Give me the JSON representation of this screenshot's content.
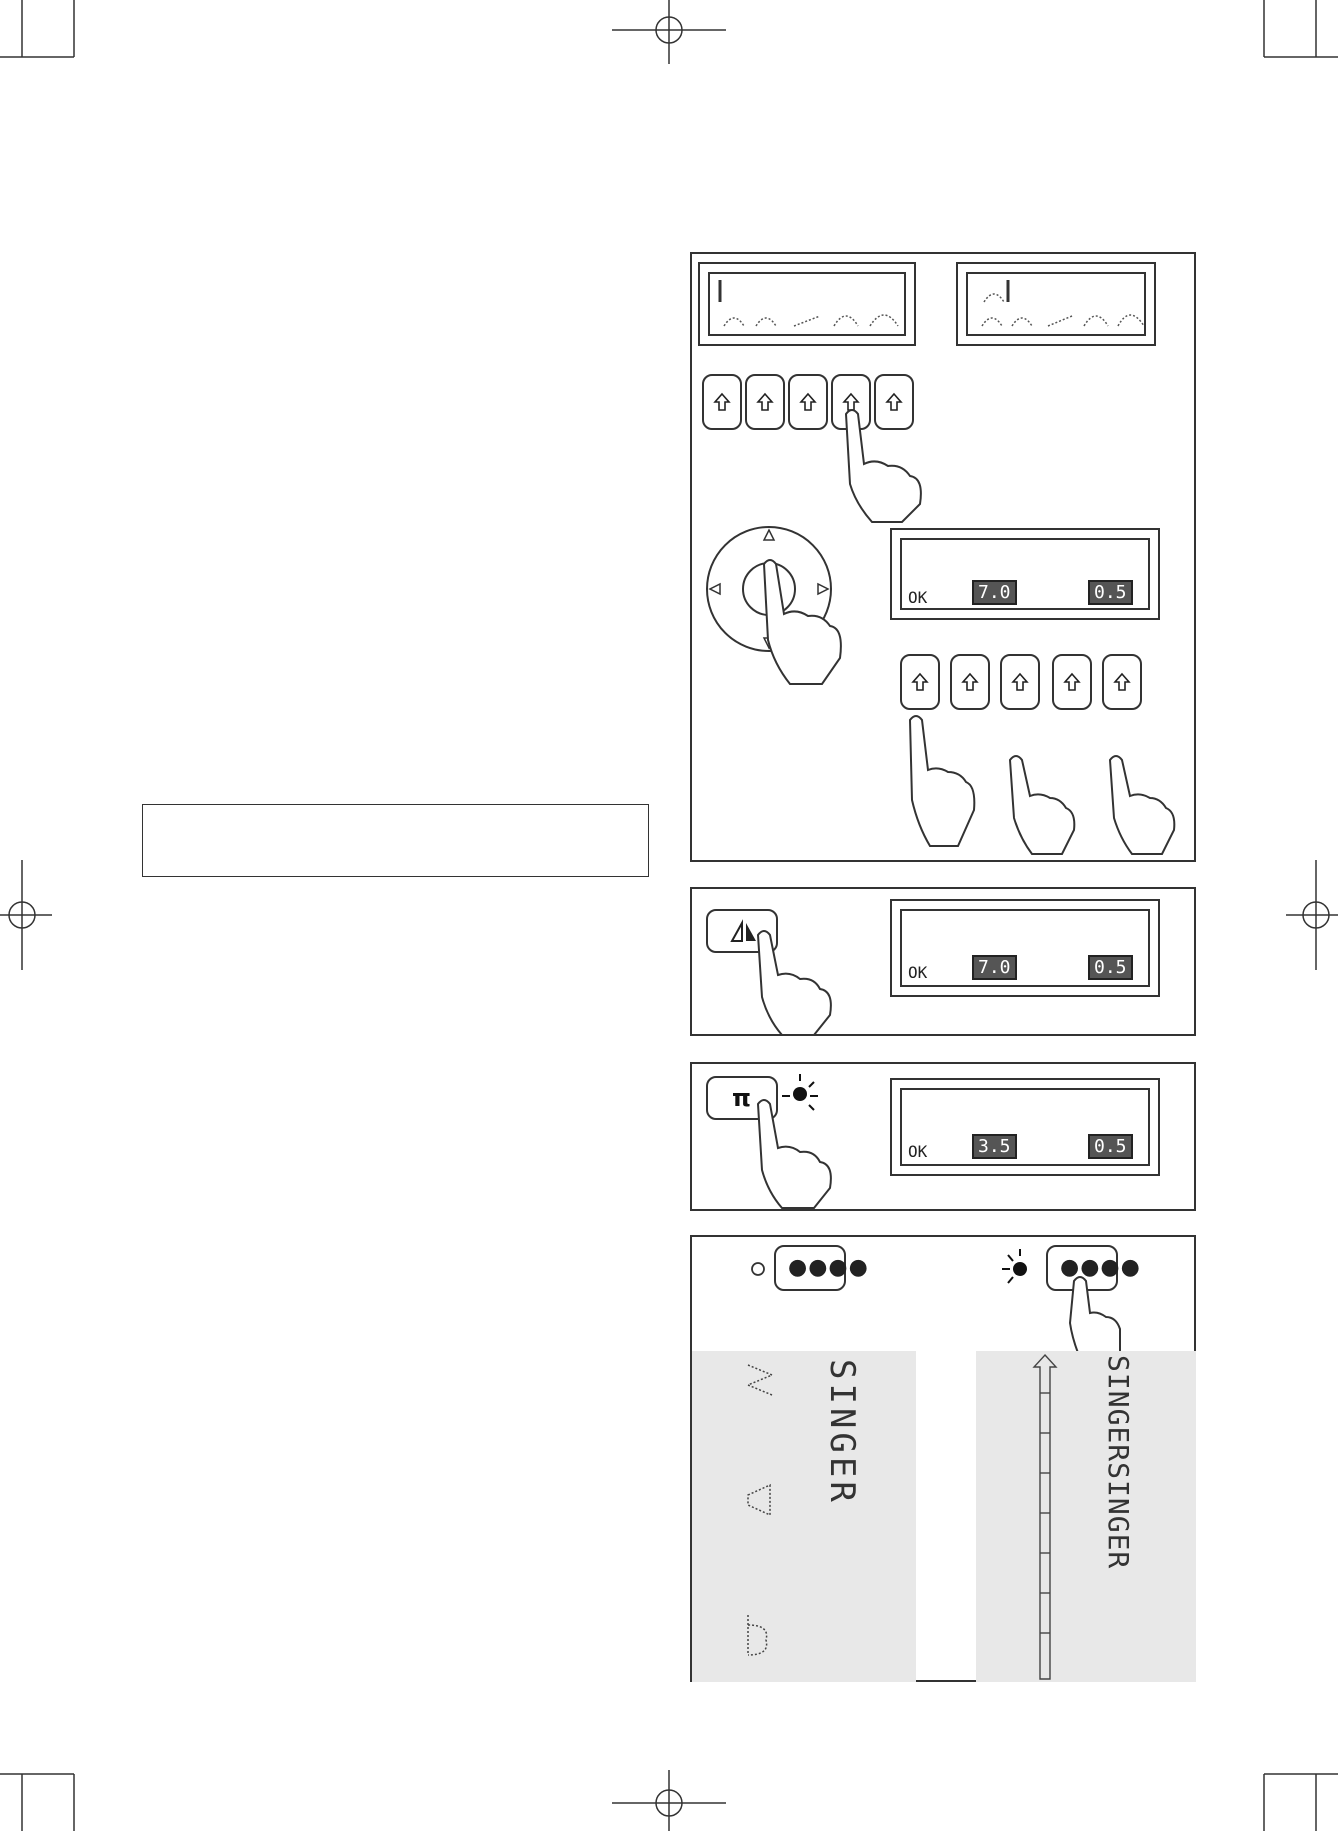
{
  "panel_b": {
    "ok_label": "OK",
    "width_value": "7.0",
    "length_value": "0.5"
  },
  "panel_c": {
    "ok_label": "OK",
    "width_value": "7.0",
    "length_value": "0.5"
  },
  "panel_d": {
    "ok_label": "OK",
    "width_value": "3.5",
    "length_value": "0.5"
  },
  "panel_e": {
    "left_text": "SINGER",
    "right_text": "SINGERSINGER"
  },
  "colors": {
    "ink": "#333333",
    "strip": "#e8e8e8"
  }
}
